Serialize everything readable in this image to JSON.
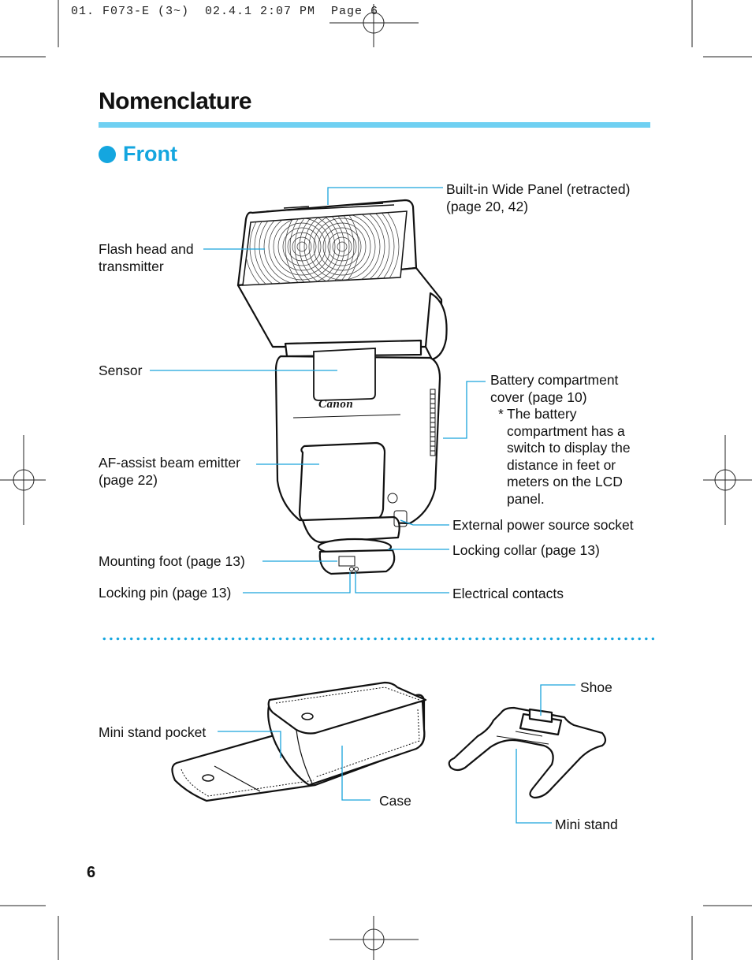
{
  "print_slug": "01. F073-E (3~)  02.4.1 2:07 PM  Page 6",
  "page": {
    "title": "Nomenclature",
    "section": "Front",
    "page_number": "6"
  },
  "brand_logo_text": "Canon",
  "front_labels": {
    "wide_panel": "Built-in Wide Panel (retracted)",
    "wide_panel_ref": "(page 20, 42)",
    "flash_head_line1": "Flash head and",
    "flash_head_line2": "transmitter",
    "sensor": "Sensor",
    "battery_cover_line1": "Battery compartment",
    "battery_cover_line2": "cover (page 10)",
    "battery_note_mark": "*",
    "battery_note": "The battery compartment has a switch to display the distance in feet or meters on the LCD panel.",
    "af_assist_line1": "AF-assist beam emitter",
    "af_assist_line2": "(page 22)",
    "external_power": "External power source socket",
    "locking_collar": "Locking collar (page 13)",
    "mounting_foot": "Mounting foot (page 13)",
    "locking_pin": "Locking pin (page 13)",
    "electrical_contacts": "Electrical contacts"
  },
  "accessory_labels": {
    "shoe": "Shoe",
    "mini_stand_pocket": "Mini stand pocket",
    "case": "Case",
    "mini_stand": "Mini stand"
  },
  "colors": {
    "accent": "#14a6df",
    "title_bar": "#6fd0f2",
    "leader": "#1aa3dc"
  }
}
